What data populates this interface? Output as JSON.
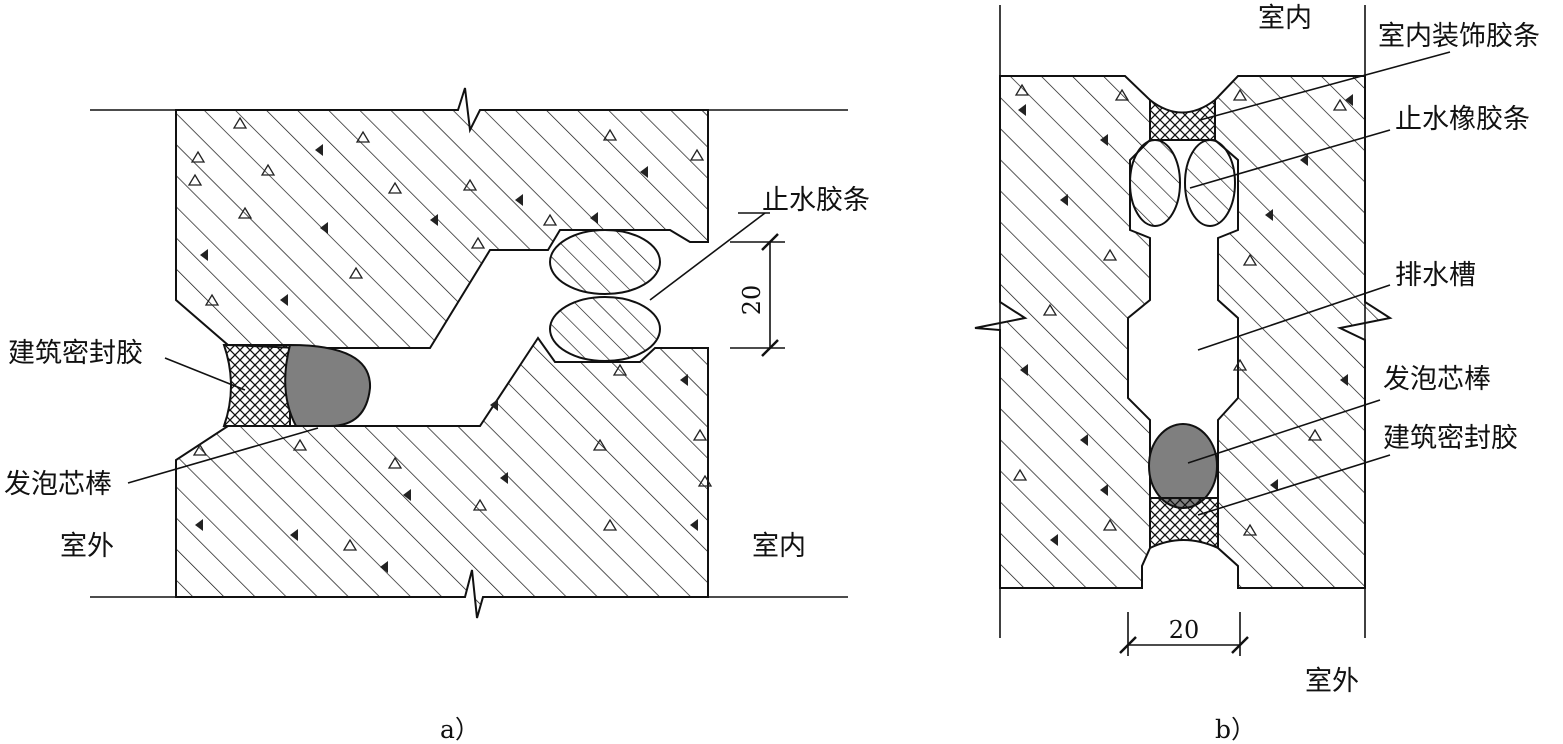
{
  "figure_a": {
    "labels": {
      "waterstop_strip": "止水胶条",
      "sealant": "建筑密封胶",
      "foam_rod": "发泡芯棒",
      "outdoor": "室外",
      "indoor": "室内"
    },
    "dimension": "20",
    "caption": "a）"
  },
  "figure_b": {
    "labels": {
      "indoor": "室内",
      "decor_strip": "室内装饰胶条",
      "rubber_waterstop": "止水橡胶条",
      "drain_groove": "排水槽",
      "foam_rod": "发泡芯棒",
      "sealant": "建筑密封胶",
      "outdoor": "室外"
    },
    "dimension": "20",
    "caption": "b）"
  },
  "colors": {
    "line": "#111111",
    "foam_fill": "#7f7f7f",
    "background": "#ffffff"
  }
}
